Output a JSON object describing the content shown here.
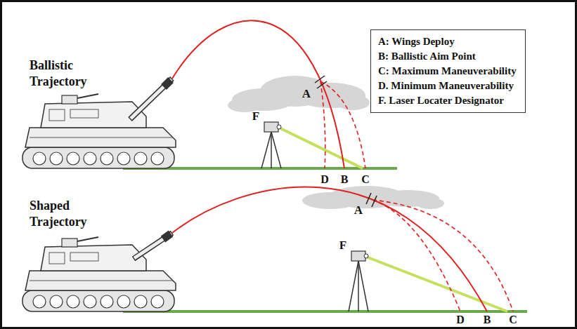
{
  "diagram": {
    "labels": [
      "Ballistic Trajectory",
      "A",
      "F",
      "D",
      "B",
      "C",
      "Shaped Trajectory",
      "A",
      "F",
      "D",
      "B",
      "C"
    ],
    "legend": [
      {
        "text": "A: Wings Deploy"
      },
      {
        "text": "B: Ballistic Aim Point"
      },
      {
        "text": "C: Maximum Maneuverability"
      },
      {
        "text": "D. Minimum Maneuverability"
      },
      {
        "text": "F. Laser Locater Designator"
      }
    ]
  }
}
